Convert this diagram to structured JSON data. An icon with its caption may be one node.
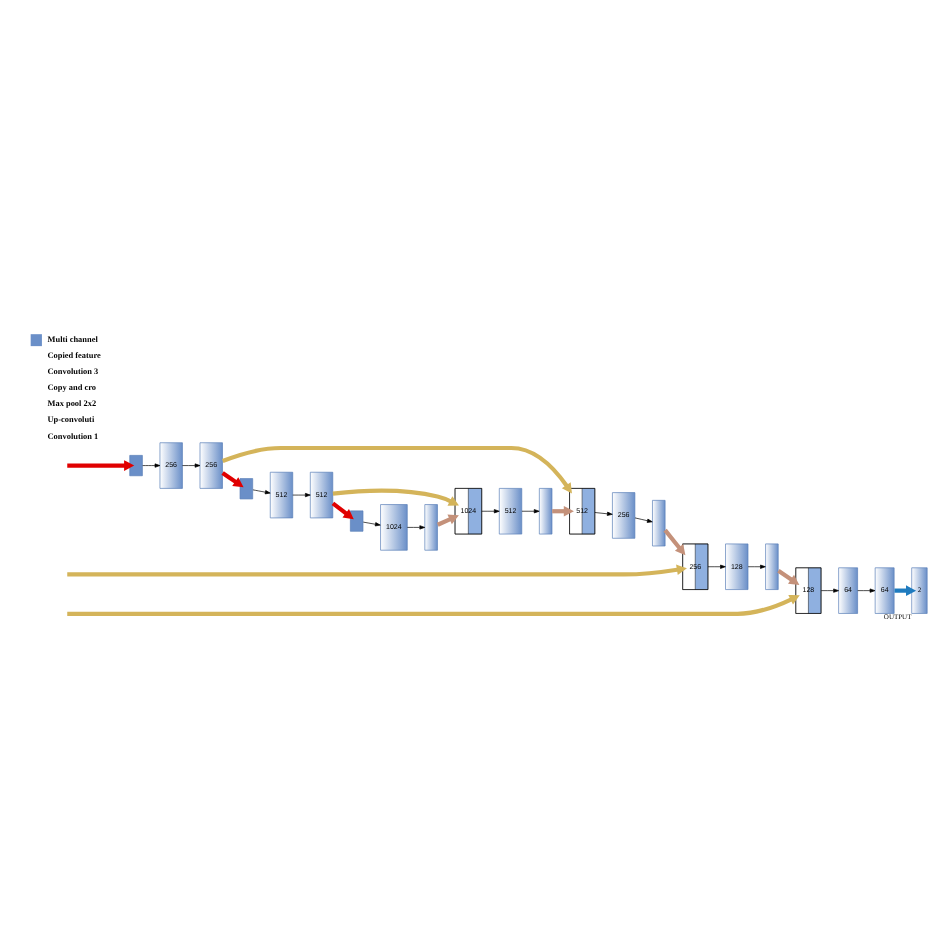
{
  "diagram": {
    "nodes": [
      {
        "text": [
          "128"
        ]
      },
      {
        "text": [
          "64"
        ]
      },
      {
        "text": [
          "64"
        ]
      },
      {
        "text": [
          "2"
        ],
        "beside": [
          "OUTPUT"
        ]
      },
      {
        "text": [
          "256"
        ]
      },
      {
        "text": [
          "128"
        ]
      },
      {
        "text": [],
        "shape": "bar"
      },
      {
        "text": [],
        "shape": "bar"
      },
      {
        "text": [
          "256"
        ]
      },
      {
        "text": [
          "256"
        ]
      },
      {
        "text": [
          "512"
        ]
      },
      {
        "text": [
          "256"
        ]
      },
      {
        "text": [],
        "shape": "bar"
      },
      {
        "text": [],
        "shape": "bar"
      },
      {
        "text": [
          "512"
        ]
      },
      {
        "text": [
          "512"
        ]
      },
      {
        "text": [
          "1024"
        ]
      },
      {
        "text": [
          "512"
        ]
      },
      {
        "text": [],
        "shape": "bar"
      },
      {
        "text": [],
        "shape": "bar"
      },
      {
        "text": [
          "1024"
        ]
      },
      {
        "text": [],
        "shape": "bar"
      }
    ],
    "edges": [
      {
        "from": null,
        "to": 0,
        "arrow": "to",
        "style": "thick",
        "color": "#d4b45a"
      },
      {
        "from": 0,
        "to": 1,
        "arrow": "to"
      },
      {
        "from": 1,
        "to": 2,
        "arrow": "to"
      },
      {
        "from": 2,
        "to": 3,
        "arrow": "to",
        "style": "thick",
        "color": "#1f7bbf"
      },
      {
        "from": null,
        "to": 4,
        "arrow": "to",
        "style": "thick",
        "color": "#d4b45a"
      },
      {
        "from": 4,
        "to": 5,
        "arrow": "to"
      },
      {
        "from": 5,
        "to": 6,
        "arrow": "to"
      },
      {
        "from": 6,
        "to": 0,
        "arrow": "to",
        "style": "thick",
        "color": "#c4917a"
      },
      {
        "from": null,
        "to": 7,
        "arrow": "to",
        "style": "thick",
        "color": "#e00000"
      },
      {
        "from": 7,
        "to": 8,
        "arrow": "to"
      },
      {
        "from": 8,
        "to": 9,
        "arrow": "to"
      },
      {
        "from": 9,
        "to": 10,
        "arrow": "to",
        "style": "thick",
        "color": "#d4b45a"
      },
      {
        "from": 10,
        "to": 11,
        "arrow": "to"
      },
      {
        "from": 11,
        "to": 12,
        "arrow": "to"
      },
      {
        "from": 12,
        "to": 4,
        "arrow": "to",
        "style": "thick",
        "color": "#c4917a"
      },
      {
        "from": 9,
        "to": 13,
        "arrow": "to",
        "style": "thick",
        "color": "#e00000"
      },
      {
        "from": 13,
        "to": 14,
        "arrow": "to"
      },
      {
        "from": 14,
        "to": 15,
        "arrow": "to"
      },
      {
        "from": 15,
        "to": 16,
        "arrow": "to",
        "style": "thick",
        "color": "#d4b45a"
      },
      {
        "from": 16,
        "to": 17,
        "arrow": "to"
      },
      {
        "from": 17,
        "to": 18,
        "arrow": "to"
      },
      {
        "from": 18,
        "to": 10,
        "arrow": "to",
        "style": "thick",
        "color": "#c4917a"
      },
      {
        "from": 15,
        "to": 19,
        "arrow": "to",
        "style": "thick",
        "color": "#e00000"
      },
      {
        "from": 19,
        "to": 20,
        "arrow": "to"
      },
      {
        "from": 20,
        "to": 21,
        "arrow": "to"
      },
      {
        "from": 21,
        "to": 16,
        "arrow": "to",
        "style": "thick",
        "color": "#c4917a"
      }
    ],
    "legend": [
      {
        "text": "Multi channel",
        "color": "#6a8fc8"
      },
      {
        "text": "Copied feature"
      },
      {
        "text": "Convolution 3"
      },
      {
        "text": "Copy and cro"
      },
      {
        "text": "Max pool 2x2"
      },
      {
        "text": "Up-convoluti"
      },
      {
        "text": "Convolution 1"
      }
    ]
  }
}
